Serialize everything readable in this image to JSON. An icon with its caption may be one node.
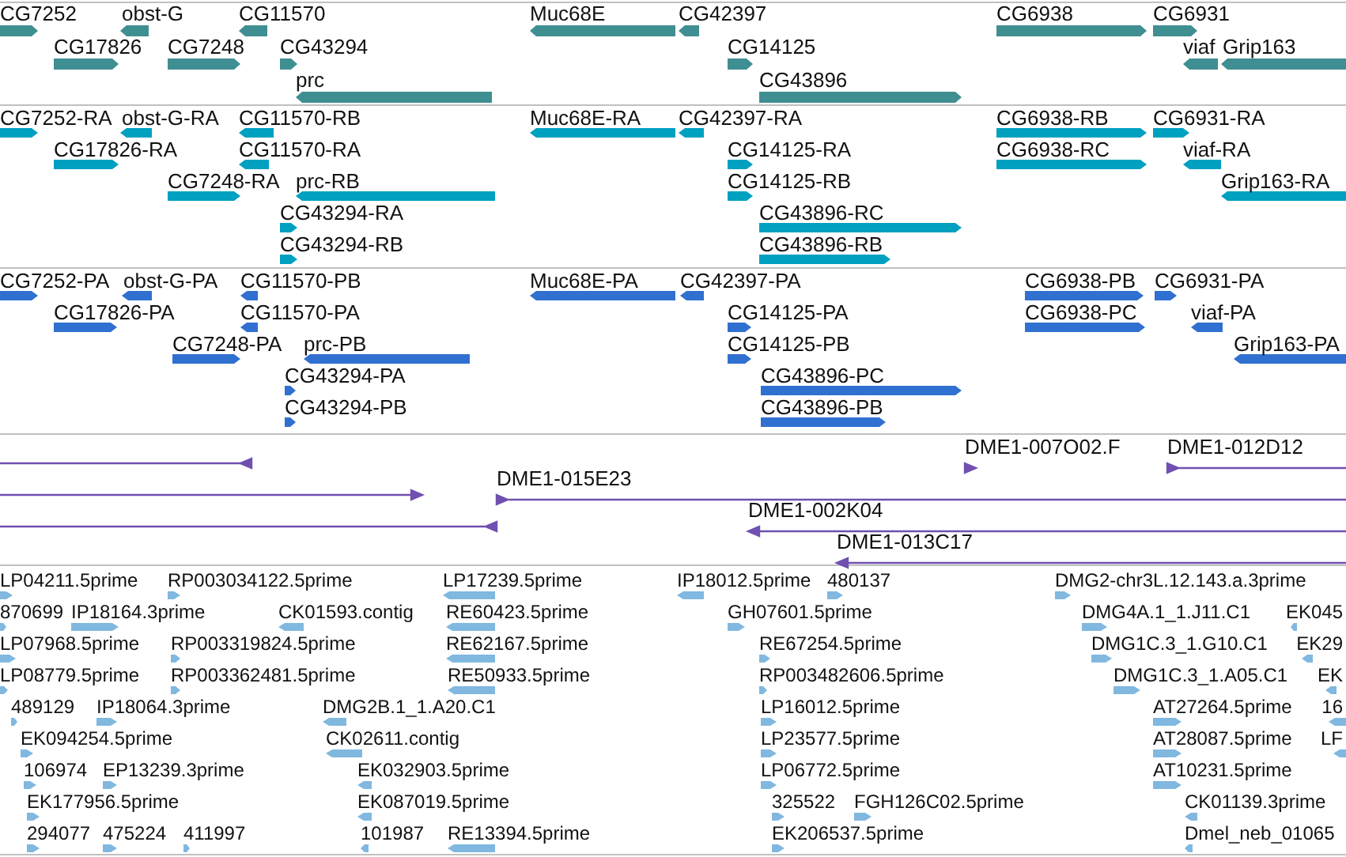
{
  "diagram": {
    "labels": [
      "CG7252",
      "obst-G",
      "CG11570",
      "Muc68E",
      "CG42397",
      "CG6938",
      "CG6931",
      "CG17826",
      "CG7248",
      "CG43294",
      "CG14125",
      "viaf",
      "Grip163",
      "prc",
      "CG43896",
      "CG7252-RA",
      "obst-G-RA",
      "CG11570-RB",
      "Muc68E-RA",
      "CG42397-RA",
      "CG6938-RB",
      "CG6931-RA",
      "CG17826-RA",
      "CG11570-RA",
      "CG14125-RA",
      "CG6938-RC",
      "viaf-RA",
      "CG7248-RA",
      "prc-RB",
      "CG14125-RB",
      "Grip163-RA",
      "CG43294-RA",
      "CG43896-RC",
      "CG43294-RB",
      "CG43896-RB",
      "CG7252-PA",
      "obst-G-PA",
      "CG11570-PB",
      "Muc68E-PA",
      "CG42397-PA",
      "CG6938-PB",
      "CG6931-PA",
      "CG17826-PA",
      "CG11570-PA",
      "CG14125-PA",
      "CG6938-PC",
      "viaf-PA",
      "CG7248-PA",
      "prc-PB",
      "CG14125-PB",
      "Grip163-PA",
      "CG43294-PA",
      "CG43896-PC",
      "CG43294-PB",
      "CG43896-PB",
      "DME1-007O02.F",
      "DME1-012D12",
      "DME1-015E23",
      "DME1-002K04",
      "DME1-013C17",
      "LP04211.5prime",
      "RP003034122.5prime",
      "LP17239.5prime",
      "IP18012.5prime",
      "480137",
      "DMG2-chr3L.12.143.a.3prime",
      "870699",
      "IP18164.3prime",
      "CK01593.contig",
      "RE60423.5prime",
      "GH07601.5prime",
      "DMG4A.1_1.J11.C1",
      "EK045",
      "LP07968.5prime",
      "RP003319824.5prime",
      "RE62167.5prime",
      "RE67254.5prime",
      "DMG1C.3_1.G10.C1",
      "EK29",
      "LP08779.5prime",
      "RP003362481.5prime",
      "RE50933.5prime",
      "RP003482606.5prime",
      "DMG1C.3_1.A05.C1",
      "EK",
      "489129",
      "IP18064.3prime",
      "DMG2B.1_1.A20.C1",
      "LP16012.5prime",
      "AT27264.5prime",
      "16",
      "EK094254.5prime",
      "CK02611.contig",
      "LP23577.5prime",
      "AT28087.5prime",
      "LF",
      "106974",
      "EP13239.3prime",
      "EK032903.5prime",
      "LP06772.5prime",
      "AT10231.5prime",
      "EK177956.5prime",
      "EK087019.5prime",
      "325522",
      "FGH126C02.5prime",
      "CK01139.3prime",
      "294077",
      "475224",
      "411997",
      "101987",
      "RE13394.5prime",
      "EK206537.5prime",
      "Dmel_neb_01065"
    ]
  }
}
